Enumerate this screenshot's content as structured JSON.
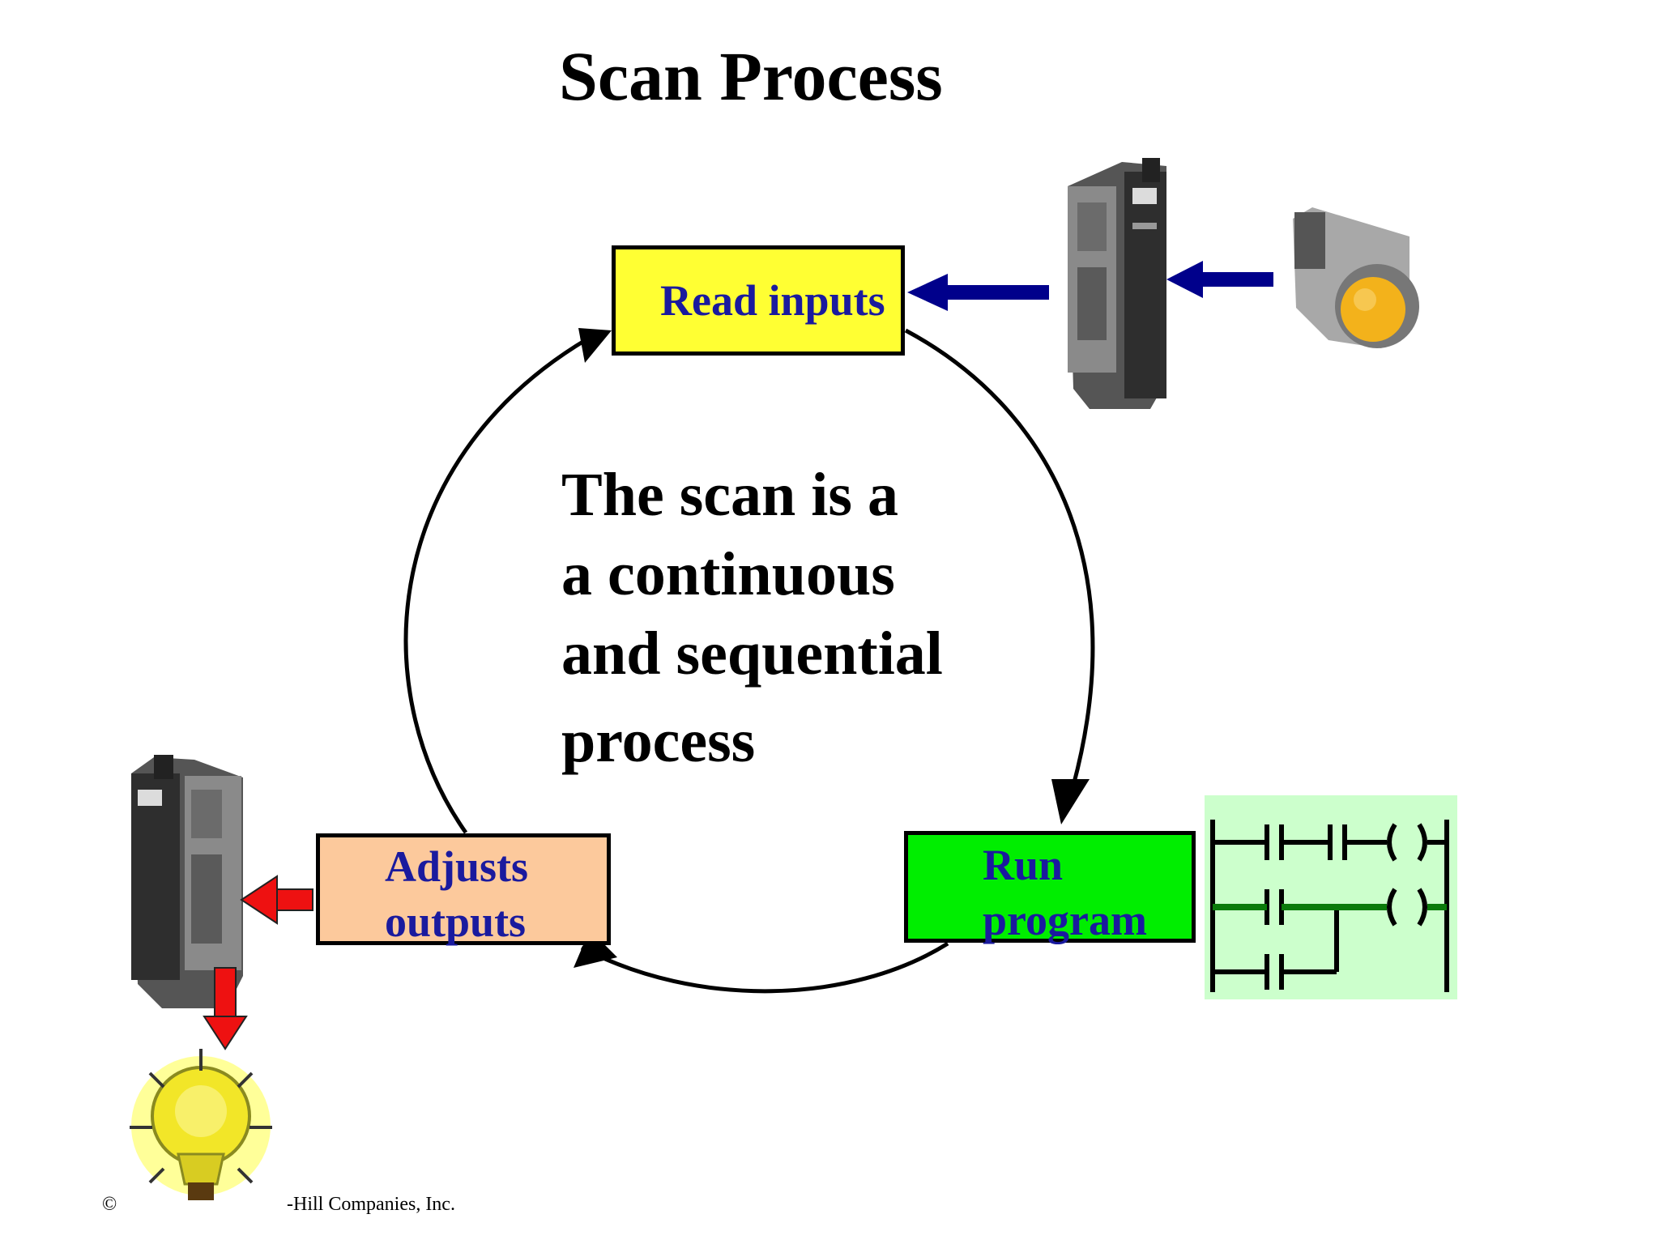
{
  "title": "Scan Process",
  "steps": {
    "read_inputs": "Read inputs",
    "run_program": [
      "Run",
      "program"
    ],
    "adjusts_outputs": [
      "Adjusts",
      "outputs"
    ]
  },
  "center_text": [
    "The scan is a",
    "a continuous",
    "and sequential",
    "process"
  ],
  "copyright": {
    "symbol": "©",
    "text": "-Hill Companies, Inc."
  },
  "colors": {
    "read_box": "#ffff33",
    "run_box": "#00ee00",
    "adjust_box": "#fcc99c",
    "step_text": "#1a1a9e",
    "input_arrow": "#00008b",
    "output_arrow": "#ee1111",
    "ladder_bg": "#ccffcc",
    "ladder_green": "#0a7a0a"
  },
  "icons": [
    "plc-input-module-icon",
    "push-button-icon",
    "ladder-logic-icon",
    "plc-output-module-icon",
    "light-bulb-icon"
  ]
}
